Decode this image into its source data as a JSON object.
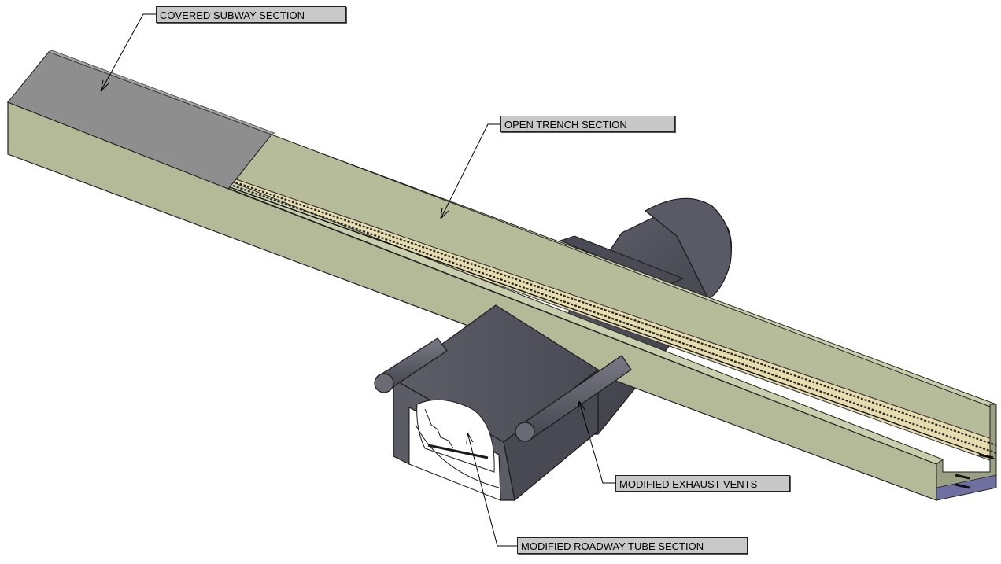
{
  "labels": {
    "covered_subway": "COVERED SUBWAY SECTION",
    "open_trench": "OPEN TRENCH SECTION",
    "exhaust_vents": "MODIFIED EXHAUST VENTS",
    "roadway_tube": "MODIFIED ROADWAY TUBE SECTION"
  },
  "colors": {
    "trench_wall": "#b4ba98",
    "trench_side": "#a9ad8b",
    "track_bed": "#e6dcae",
    "cover": "#8e8e8e",
    "tube_body": "#5b5b66",
    "tube_shadow": "#3c3c46",
    "label_fill": "#c8c8c8"
  }
}
